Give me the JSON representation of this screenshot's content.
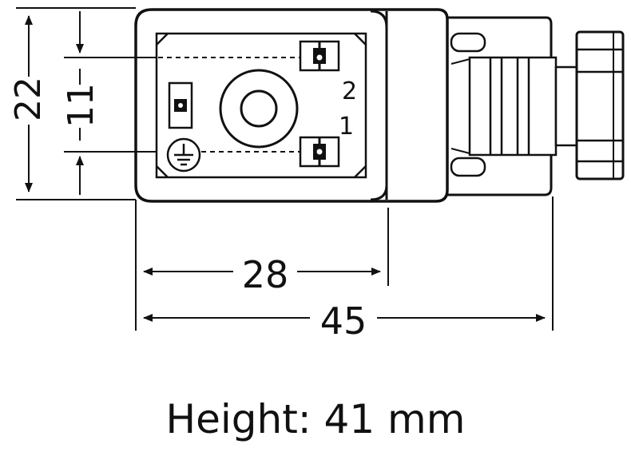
{
  "dimensions": {
    "height_total": "22",
    "pin_spacing": "11",
    "body_length": "28",
    "overall_length": "45"
  },
  "pins": {
    "top": "2",
    "bottom": "1"
  },
  "caption": "Height: 41 mm",
  "icons": {
    "ground": "ground-symbol-icon"
  }
}
